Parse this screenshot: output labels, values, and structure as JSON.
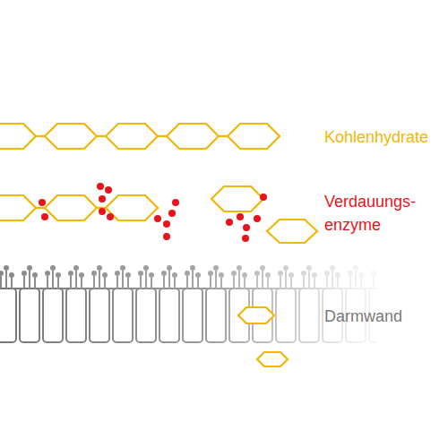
{
  "diagram": {
    "labels": [
      "Kohlenhydrate",
      "Verdauungs- enzyme",
      "Darmwand"
    ]
  }
}
